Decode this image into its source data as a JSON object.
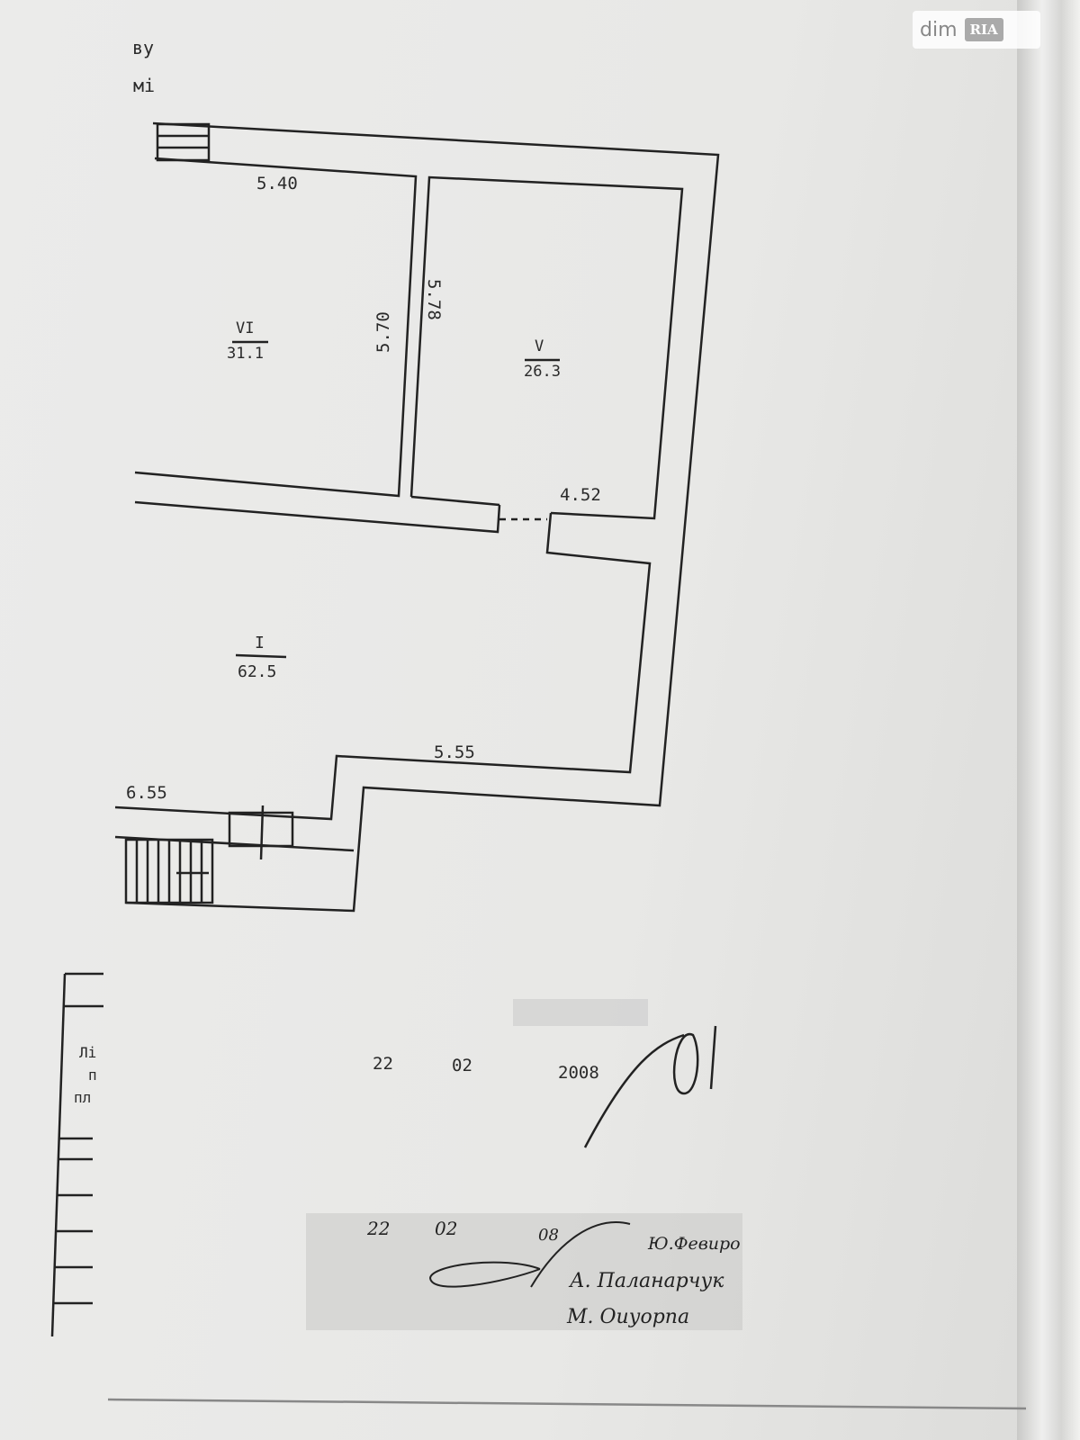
{
  "watermark": {
    "brand": "dim",
    "badge": "RIA"
  },
  "header_fragments": [
    "ву",
    "мі"
  ],
  "rooms": [
    {
      "number": "VI",
      "area": "31.1"
    },
    {
      "number": "V",
      "area": "26.3"
    },
    {
      "number": "I",
      "area": "62.5"
    }
  ],
  "dimensions": {
    "top_left": "5.40",
    "vi_height": "5.70",
    "v_height": "5.78",
    "v_width": "4.52",
    "i_width": "5.55",
    "bottom_left": "6.55"
  },
  "left_margin_fragments": [
    "Лі",
    "п",
    "пл"
  ],
  "date_line": {
    "day": "22",
    "month": "02",
    "year": "2008"
  },
  "stamp": {
    "day": "22",
    "month": "02",
    "year": "08",
    "signatories": [
      "Ю.Февиро",
      "А. Паланарчук",
      "М. Оиуорпа"
    ]
  }
}
